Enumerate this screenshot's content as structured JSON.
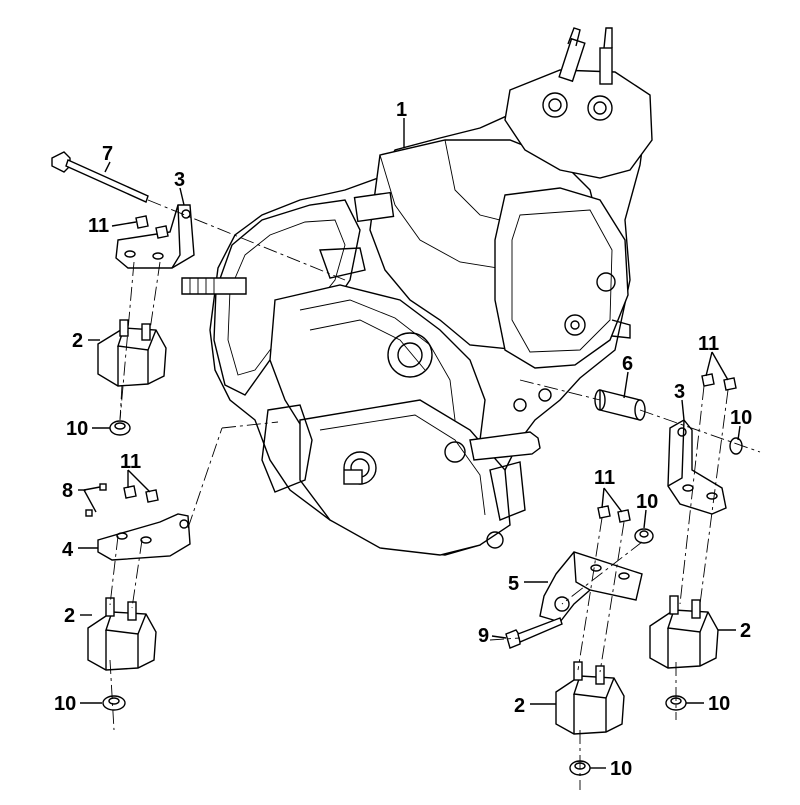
{
  "callouts": {
    "c1": "1",
    "c7": "7",
    "c3a": "3",
    "c11a": "11",
    "c2a": "2",
    "c10a": "10",
    "c11b": "11",
    "c8": "8",
    "c4": "4",
    "c2b": "2",
    "c10b": "10",
    "c6": "6",
    "c11c": "11",
    "c3b": "3",
    "c10c": "10",
    "c11d": "11",
    "c10d": "10",
    "c5": "5",
    "c9": "9",
    "c2c": "2",
    "c10e": "10",
    "c2d": "2",
    "c10f": "10"
  }
}
